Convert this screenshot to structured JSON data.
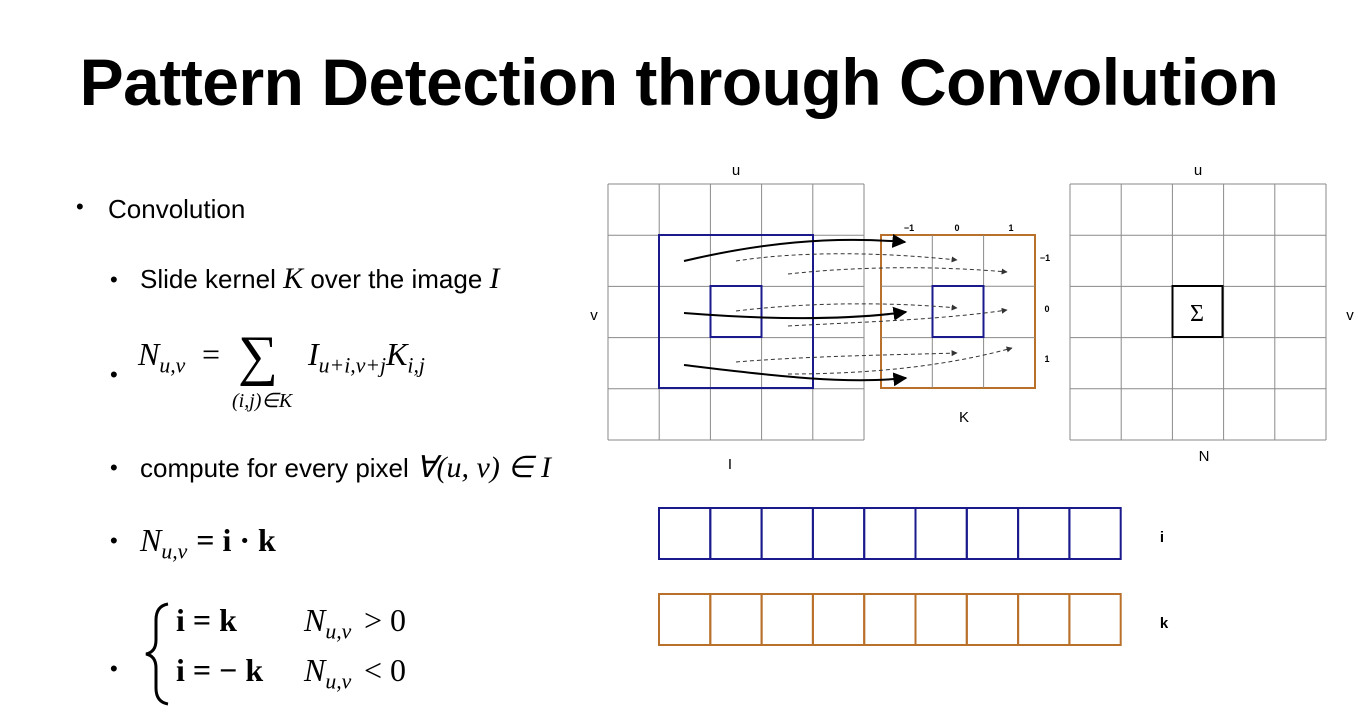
{
  "title": "Pattern Detection through Convolution",
  "bullets": {
    "b1": "Convolution",
    "b2_text": "Slide kernel ",
    "b2_K": "K",
    "b2_mid": " over the image ",
    "b2_I": "I",
    "b3_lhs_N": "N",
    "b3_lhs_sub": "u,v",
    "b3_eq": "=",
    "b3_sum": "∑",
    "b3_under": "(i,j)∈K",
    "b3_I": "I",
    "b3_I_sub": "u+i,v+j",
    "b3_K": "K",
    "b3_K_sub": "i,j",
    "b4_text": "compute for every pixel ",
    "b4_math": "∀(u, v) ∈ I",
    "b5_N": "N",
    "b5_sub": "u,v",
    "b5_rhs": "= i · k",
    "b6_row1_lhs": "i = k",
    "b6_row1_N": "N",
    "b6_row1_sub": "u,v",
    "b6_row1_rhs": "> 0",
    "b6_row2_lhs": "i = − k",
    "b6_row2_N": "N",
    "b6_row2_sub": "u,v",
    "b6_row2_rhs": "< 0"
  },
  "diagram": {
    "image_label": "I",
    "kernel_label": "K",
    "output_label": "N",
    "u_label": "u",
    "v_label": "v",
    "sigma": "Σ",
    "kernel_cols": [
      "−1",
      "0",
      "1"
    ],
    "kernel_rows": [
      "−1",
      "0",
      "1"
    ],
    "vec_i_label": "i",
    "vec_k_label": "k",
    "vector_cells": 9
  },
  "colors": {
    "blue": "#1a1a8c",
    "orange": "#b8702a",
    "grid": "#8a8a8a"
  }
}
